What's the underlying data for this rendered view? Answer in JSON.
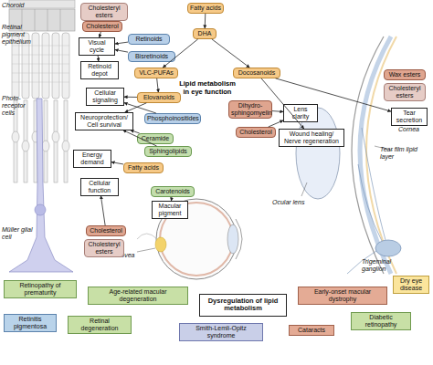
{
  "diagram": {
    "title": "Lipid metabolism in eye function",
    "nodes": [
      {
        "text": [
          "Cholesteryl esters"
        ]
      },
      {
        "text": [
          "Cholesterol"
        ]
      },
      {
        "text": [
          "Fatty acids"
        ]
      },
      {
        "text": [
          "Visual cycle"
        ]
      },
      {
        "text": [
          "Retinoids"
        ]
      },
      {
        "text": [
          "DHA"
        ]
      },
      {
        "text": [
          "Bisretinoids"
        ]
      },
      {
        "text": [
          "Retinoid depot"
        ]
      },
      {
        "text": [
          "VLC-PUFAs"
        ]
      },
      {
        "text": [
          "Docosanoids"
        ]
      },
      {
        "text": [
          "Cellular signaling"
        ]
      },
      {
        "text": [
          "Elovanoids"
        ]
      },
      {
        "text": [
          "Wax esters"
        ]
      },
      {
        "text": [
          "Cholesteryl esters"
        ]
      },
      {
        "text": [
          "Dihydro-sphingomyelin"
        ]
      },
      {
        "text": [
          "Lens clarity"
        ]
      },
      {
        "text": [
          "Tear secretion"
        ]
      },
      {
        "text": [
          "Neuroprotection/ Cell survival"
        ]
      },
      {
        "text": [
          "Phosphoinositides"
        ]
      },
      {
        "text": [
          "Cholesterol"
        ]
      },
      {
        "text": [
          "Wound healing/ Nerve regeneration"
        ]
      },
      {
        "text": [
          "Ceramide"
        ]
      },
      {
        "text": [
          "Sphingolipids"
        ]
      },
      {
        "text": [
          "Energy demand"
        ]
      },
      {
        "text": [
          "Fatty acids"
        ]
      },
      {
        "text": [
          "Cellular function"
        ]
      },
      {
        "text": [
          "Carotenoids"
        ]
      },
      {
        "text": [
          "Macular pigment"
        ]
      },
      {
        "text": [
          "Cholesterol"
        ]
      },
      {
        "text": [
          "Cholesteryl esters"
        ]
      },
      {
        "text": [
          "Retinopathy of prematurity"
        ]
      },
      {
        "text": [
          "Dry eye disease"
        ]
      },
      {
        "text": [
          "Age-related macular degeneration"
        ]
      },
      {
        "text": [
          "Dysregulation of lipid metabolism"
        ]
      },
      {
        "text": [
          "Early-onset macular dystrophy"
        ]
      },
      {
        "text": [
          "Retinitis pigmentosa"
        ]
      },
      {
        "text": [
          "Retinal degeneration"
        ]
      },
      {
        "text": [
          "Diabetic retinopathy"
        ]
      },
      {
        "text": [
          "Smith-Lemli-Opitz syndrome"
        ]
      },
      {
        "text": [
          "Cataracts"
        ]
      }
    ],
    "edges": [
      {
        "from": 1,
        "to": 3,
        "arrow": "to"
      },
      {
        "from": 4,
        "to": 3,
        "arrow": "to"
      },
      {
        "from": 6,
        "to": 3,
        "arrow": "to"
      },
      {
        "from": 3,
        "to": 7,
        "arrow": "to"
      },
      {
        "from": 2,
        "to": 5,
        "arrow": "to"
      },
      {
        "from": 5,
        "to": 8,
        "arrow": "to"
      },
      {
        "from": 5,
        "to": 9,
        "arrow": "to"
      },
      {
        "from": 8,
        "to": 11,
        "arrow": "to"
      },
      {
        "from": 11,
        "to": 10,
        "arrow": "to"
      },
      {
        "from": 11,
        "to": 17,
        "arrow": "to"
      },
      {
        "from": 18,
        "to": 10,
        "arrow": "to"
      },
      {
        "from": 21,
        "to": 17,
        "arrow": "to"
      },
      {
        "from": 22,
        "to": 17,
        "arrow": "to"
      },
      {
        "from": 24,
        "to": 23,
        "arrow": "to"
      },
      {
        "from": 28,
        "to": 25,
        "arrow": "to"
      },
      {
        "from": 26,
        "to": 27,
        "arrow": "to"
      },
      {
        "from": 9,
        "to": 16,
        "arrow": "to"
      },
      {
        "from": 9,
        "to": 20,
        "arrow": "to"
      },
      {
        "from": 14,
        "to": 15,
        "arrow": "to"
      },
      {
        "from": 19,
        "to": 15,
        "arrow": "to"
      }
    ],
    "labels": [
      "Choroid",
      "Retinal pigment epithelium",
      "Photo-receptor cells",
      "Müller glial cell",
      "Fovea",
      "Ocular lens",
      "Cornea",
      "Tear film lipid layer",
      "Trigeminal ganglion"
    ]
  }
}
